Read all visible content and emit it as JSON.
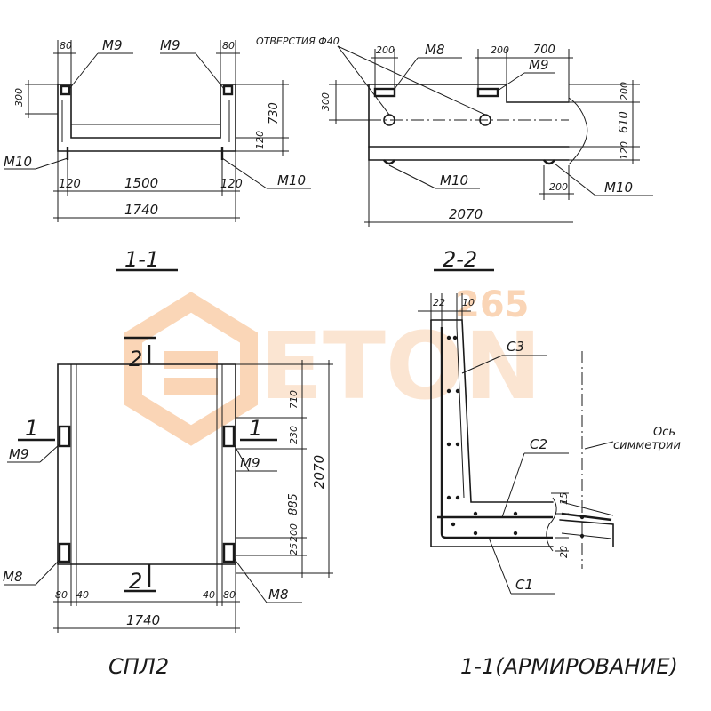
{
  "watermark": {
    "brand": "ETON",
    "number": "265",
    "color": "#f4a460"
  },
  "section_1_1": {
    "title": "1-1",
    "labels": {
      "m9_left": "M9",
      "m9_right": "M9",
      "m10_left": "M10",
      "m10_right": "M10"
    },
    "dims": {
      "top_left": "80",
      "top_right": "80",
      "h300": "300",
      "h730": "730",
      "h120": "120",
      "w120_left": "120",
      "w1500": "1500",
      "w120_right": "120",
      "w1740": "1740"
    }
  },
  "section_2_2": {
    "title": "2-2",
    "labels": {
      "holes": "ОТВЕРСТИЯ Ф40",
      "m8": "M8",
      "m9": "M9",
      "m10_left": "M10",
      "m10_right": "M10"
    },
    "dims": {
      "d200a": "200",
      "d200b": "200",
      "d700": "700",
      "h300": "300",
      "h200": "200",
      "h610": "610",
      "h120": "120",
      "d200c": "200",
      "w2070": "2070"
    }
  },
  "plan": {
    "title": "СПЛ2",
    "labels": {
      "cut1_left": "1",
      "cut1_right": "1",
      "cut2_top": "2",
      "cut2_bottom": "2",
      "m9_left": "M9",
      "m9_right": "M9",
      "m8_left": "M8",
      "m8_right": "M8"
    },
    "dims": {
      "h710": "710",
      "h230": "230",
      "h885": "885",
      "h25": "25",
      "h200": "200",
      "h2070": "2070",
      "w80_left": "80",
      "w40_left": "40",
      "w40_right": "40",
      "w80_right": "80",
      "w1740": "1740"
    }
  },
  "reinforcement": {
    "title": "1-1(АРМИРОВАНИЕ)",
    "labels": {
      "c3": "С3",
      "c2": "С2",
      "c1": "С1",
      "axis_line1": "Ось",
      "axis_line2": "симметрии"
    },
    "dims": {
      "d22": "22",
      "d10": "10",
      "d15": "15",
      "d20": "20"
    }
  }
}
